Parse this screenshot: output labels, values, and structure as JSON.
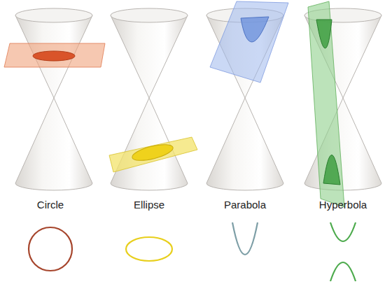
{
  "diagram": {
    "labels": [
      "Circle",
      "Ellipse",
      "Parabola",
      "Hyperbola"
    ]
  }
}
